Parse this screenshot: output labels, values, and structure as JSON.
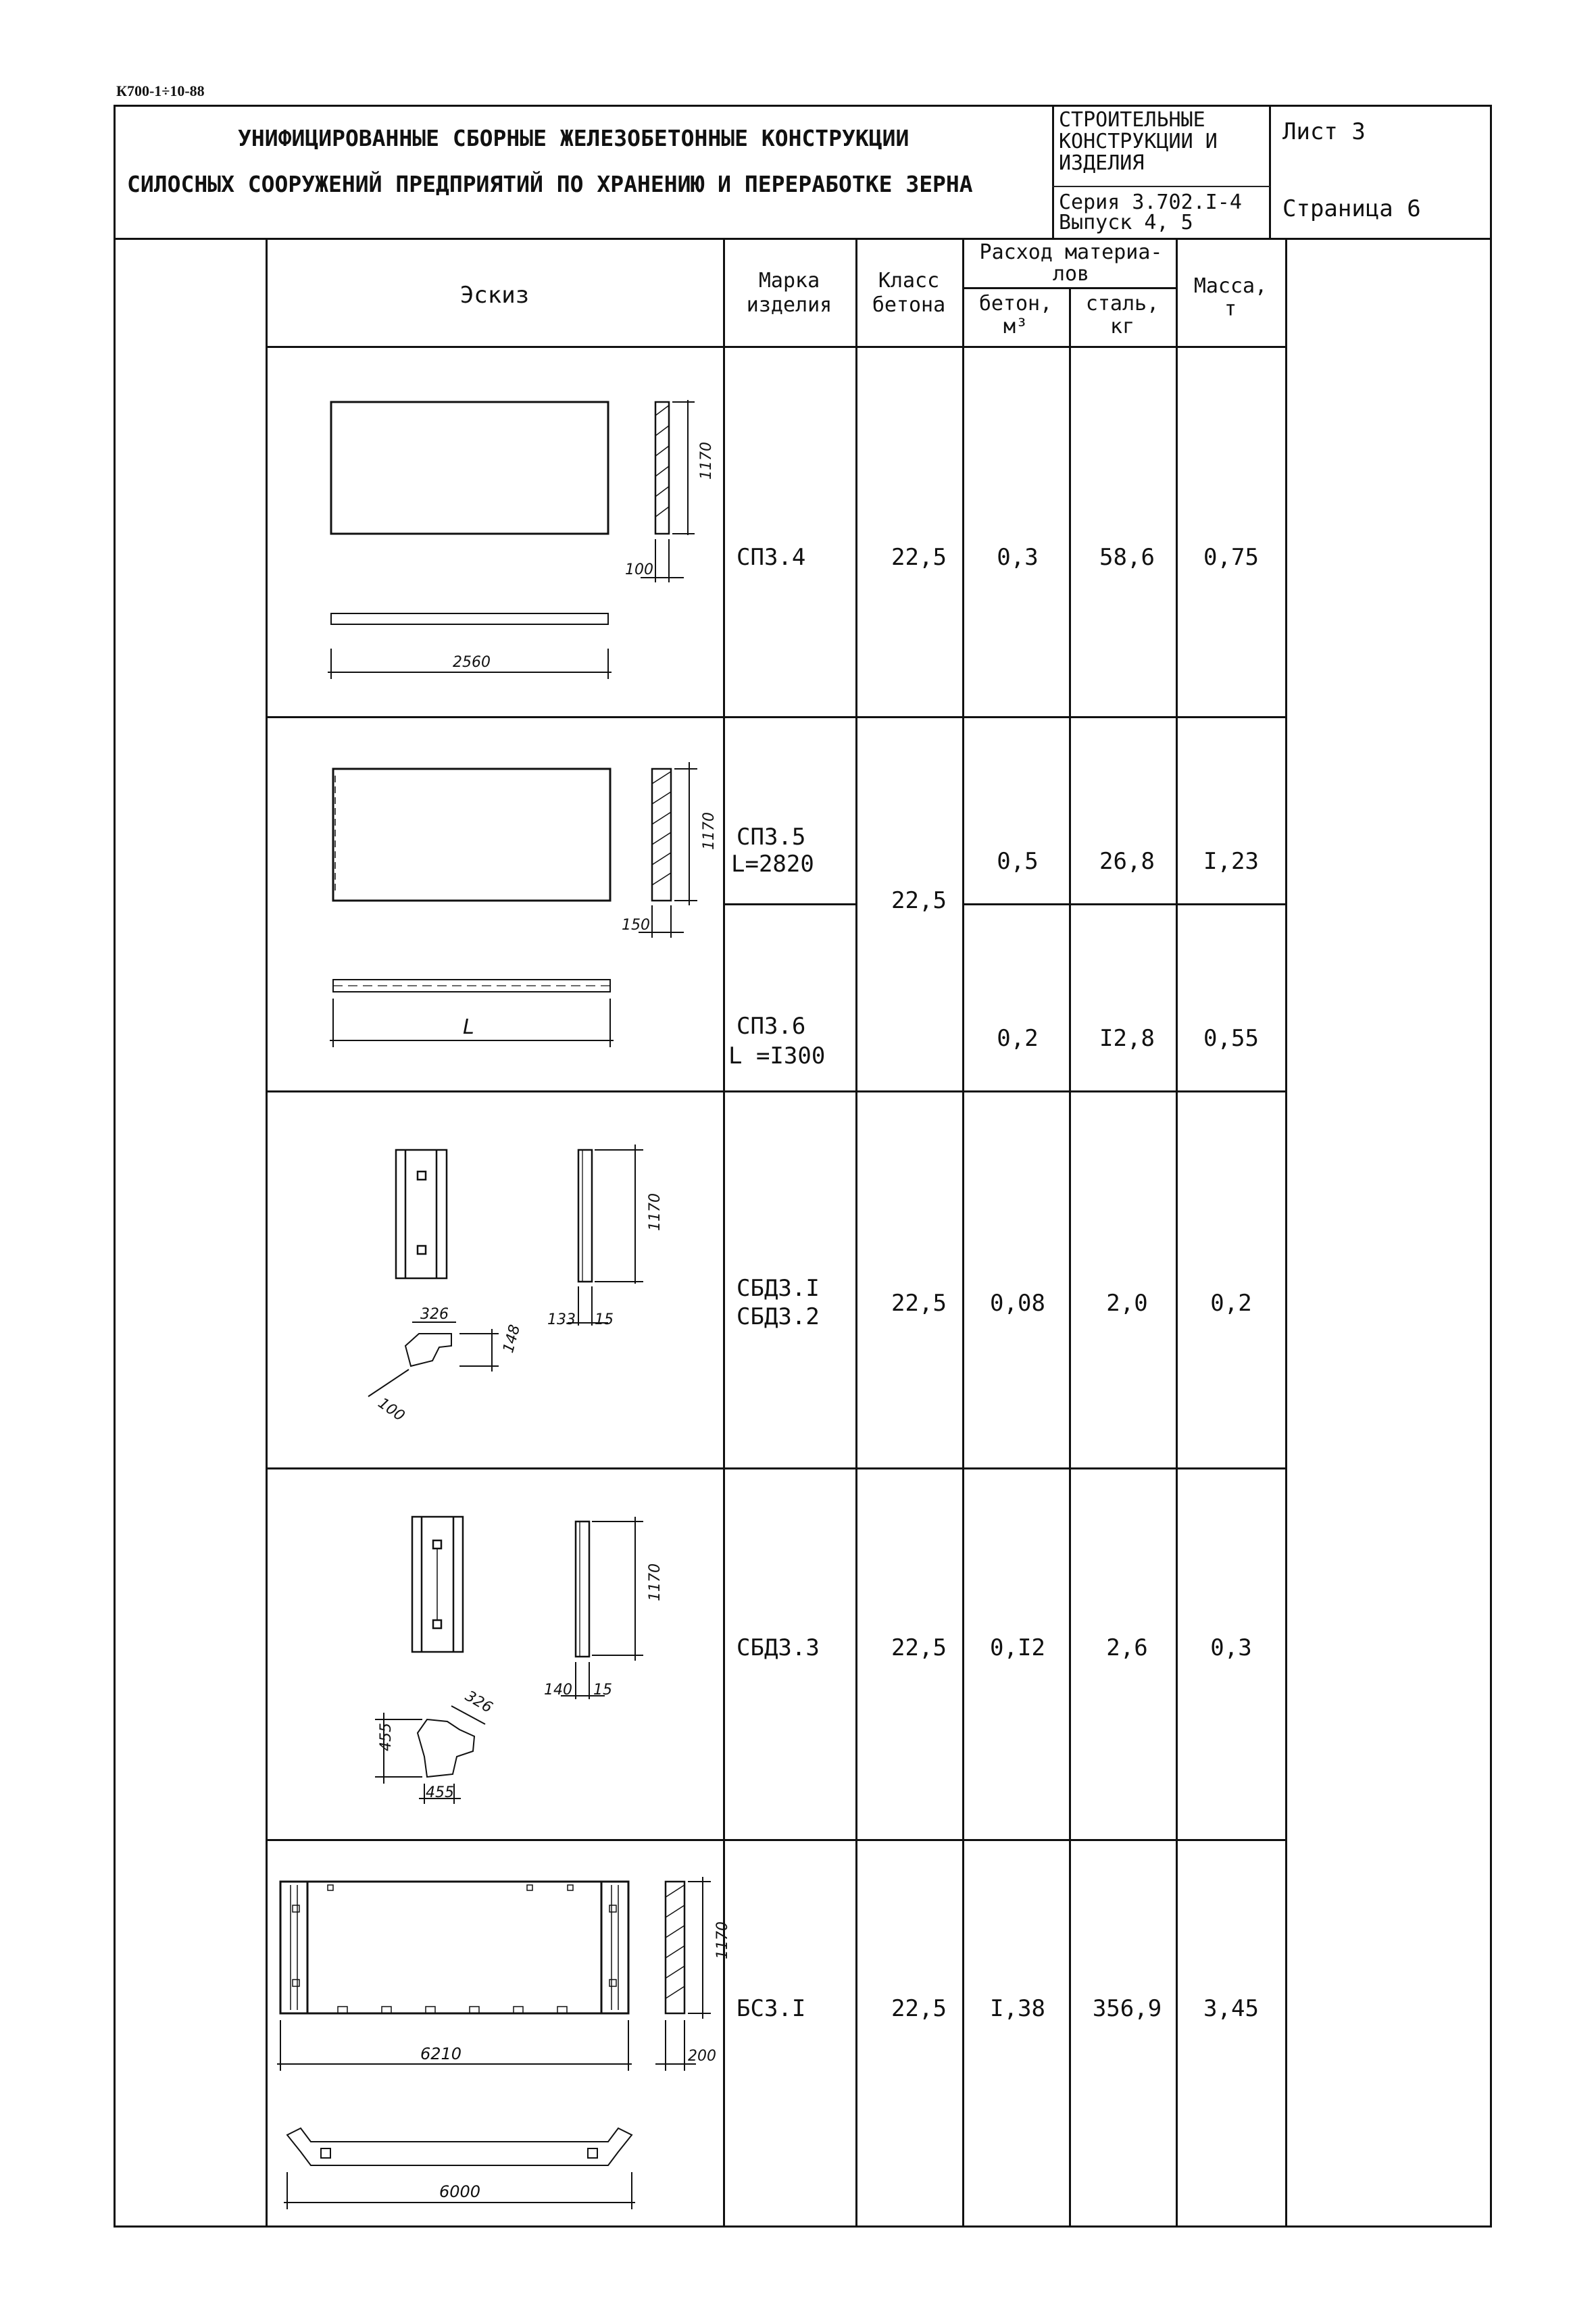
{
  "doc_code": "К700-1÷10-88",
  "header": {
    "title_line1": "УНИФИЦИРОВАННЫЕ СБОРНЫЕ ЖЕЛЕЗОБЕТОННЫЕ КОНСТРУКЦИИ",
    "title_line2": "СИЛОСНЫХ СООРУЖЕНИЙ ПРЕДПРИЯТИЙ ПО ХРАНЕНИЮ И ПЕРЕРАБОТКЕ ЗЕРНА",
    "category_line1": "СТРОИТЕЛЬНЫЕ",
    "category_line2": "КОНСТРУКЦИИ И",
    "category_line3": "ИЗДЕЛИЯ",
    "series": "Серия 3.702.I-4",
    "issue": "Выпуск 4, 5",
    "sheet": "Лист 3",
    "page": "Страница 6"
  },
  "table": {
    "col_sketch": "Эскиз",
    "col_mark_1": "Марка",
    "col_mark_2": "изделия",
    "col_class_1": "Класс",
    "col_class_2": "бетона",
    "col_consumption_1": "Расход материа-",
    "col_consumption_2": "лов",
    "col_concrete_1": "бетон,",
    "col_concrete_2": "м³",
    "col_steel_1": "сталь,",
    "col_steel_2": "кг",
    "col_mass_1": "Масса,",
    "col_mass_2": "т"
  },
  "rows": [
    {
      "mark_1": "СПЗ.4",
      "mark_2": "",
      "class": "22,5",
      "concrete": "0,3",
      "steel": "58,6",
      "mass": "0,75",
      "dims": {
        "h": "1170",
        "t": "100",
        "len": "2560"
      }
    },
    {
      "mark_1": "СПЗ.5",
      "mark_2": "L=2820",
      "class": "22,5",
      "concrete": "0,5",
      "steel": "26,8",
      "mass": "I,23",
      "dims": {
        "h": "1170",
        "t": "150",
        "len": "L"
      }
    },
    {
      "mark_1": "СПЗ.6",
      "mark_2": "L =I300",
      "class": "",
      "concrete": "0,2",
      "steel": "I2,8",
      "mass": "0,55"
    },
    {
      "mark_1": "СБДЗ.I",
      "mark_2": "СБДЗ.2",
      "class": "22,5",
      "concrete": "0,08",
      "steel": "2,0",
      "mass": "0,2",
      "dims": {
        "h": "1170",
        "a": "133",
        "b": "15",
        "w": "326",
        "d": "148",
        "e": "100"
      }
    },
    {
      "mark_1": "СБДЗ.3",
      "mark_2": "",
      "class": "22,5",
      "concrete": "0,I2",
      "steel": "2,6",
      "mass": "0,3",
      "dims": {
        "h": "1170",
        "a": "140",
        "b": "15",
        "w": "326",
        "d": "455",
        "e": "455"
      }
    },
    {
      "mark_1": "БСЗ.I",
      "mark_2": "",
      "class": "22,5",
      "concrete": "I,38",
      "steel": "356,9",
      "mass": "3,45",
      "dims": {
        "h": "1170",
        "len": "6210",
        "t": "200",
        "len2": "6000"
      }
    }
  ]
}
